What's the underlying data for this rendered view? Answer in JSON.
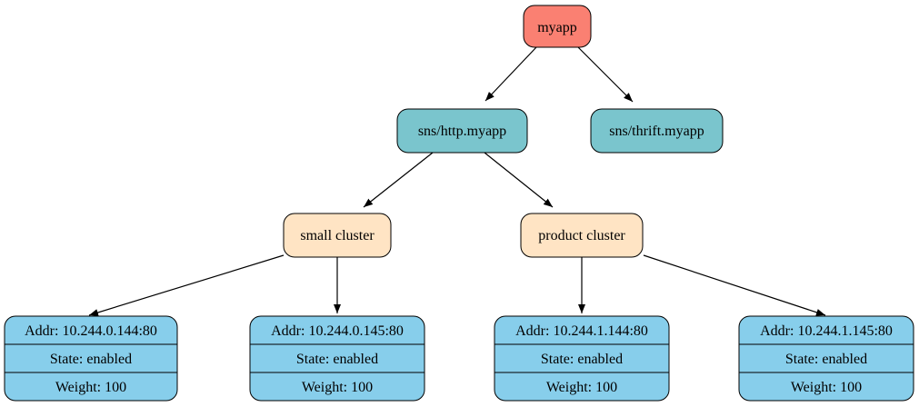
{
  "colors": {
    "root": "#fa8072",
    "service": "#7ac5cd",
    "cluster": "#ffe4c4",
    "endpoint": "#87ceeb",
    "stroke": "#000000"
  },
  "nodes": {
    "root": {
      "label": "myapp"
    },
    "service_http": {
      "label": "sns/http.myapp"
    },
    "service_thrift": {
      "label": "sns/thrift.myapp"
    },
    "cluster_small": {
      "label": "small cluster"
    },
    "cluster_product": {
      "label": "product cluster"
    },
    "endpoint_1": {
      "addr": "Addr: 10.244.0.144:80",
      "state": "State: enabled",
      "weight": "Weight: 100"
    },
    "endpoint_2": {
      "addr": "Addr: 10.244.0.145:80",
      "state": "State: enabled",
      "weight": "Weight: 100"
    },
    "endpoint_3": {
      "addr": "Addr: 10.244.1.144:80",
      "state": "State: enabled",
      "weight": "Weight: 100"
    },
    "endpoint_4": {
      "addr": "Addr: 10.244.1.145:80",
      "state": "State: enabled",
      "weight": "Weight: 100"
    }
  },
  "edges": [
    {
      "from": "root",
      "to": "service_http"
    },
    {
      "from": "root",
      "to": "service_thrift"
    },
    {
      "from": "service_http",
      "to": "cluster_small"
    },
    {
      "from": "service_http",
      "to": "cluster_product"
    },
    {
      "from": "cluster_small",
      "to": "endpoint_1"
    },
    {
      "from": "cluster_small",
      "to": "endpoint_2"
    },
    {
      "from": "cluster_product",
      "to": "endpoint_3"
    },
    {
      "from": "cluster_product",
      "to": "endpoint_4"
    }
  ]
}
